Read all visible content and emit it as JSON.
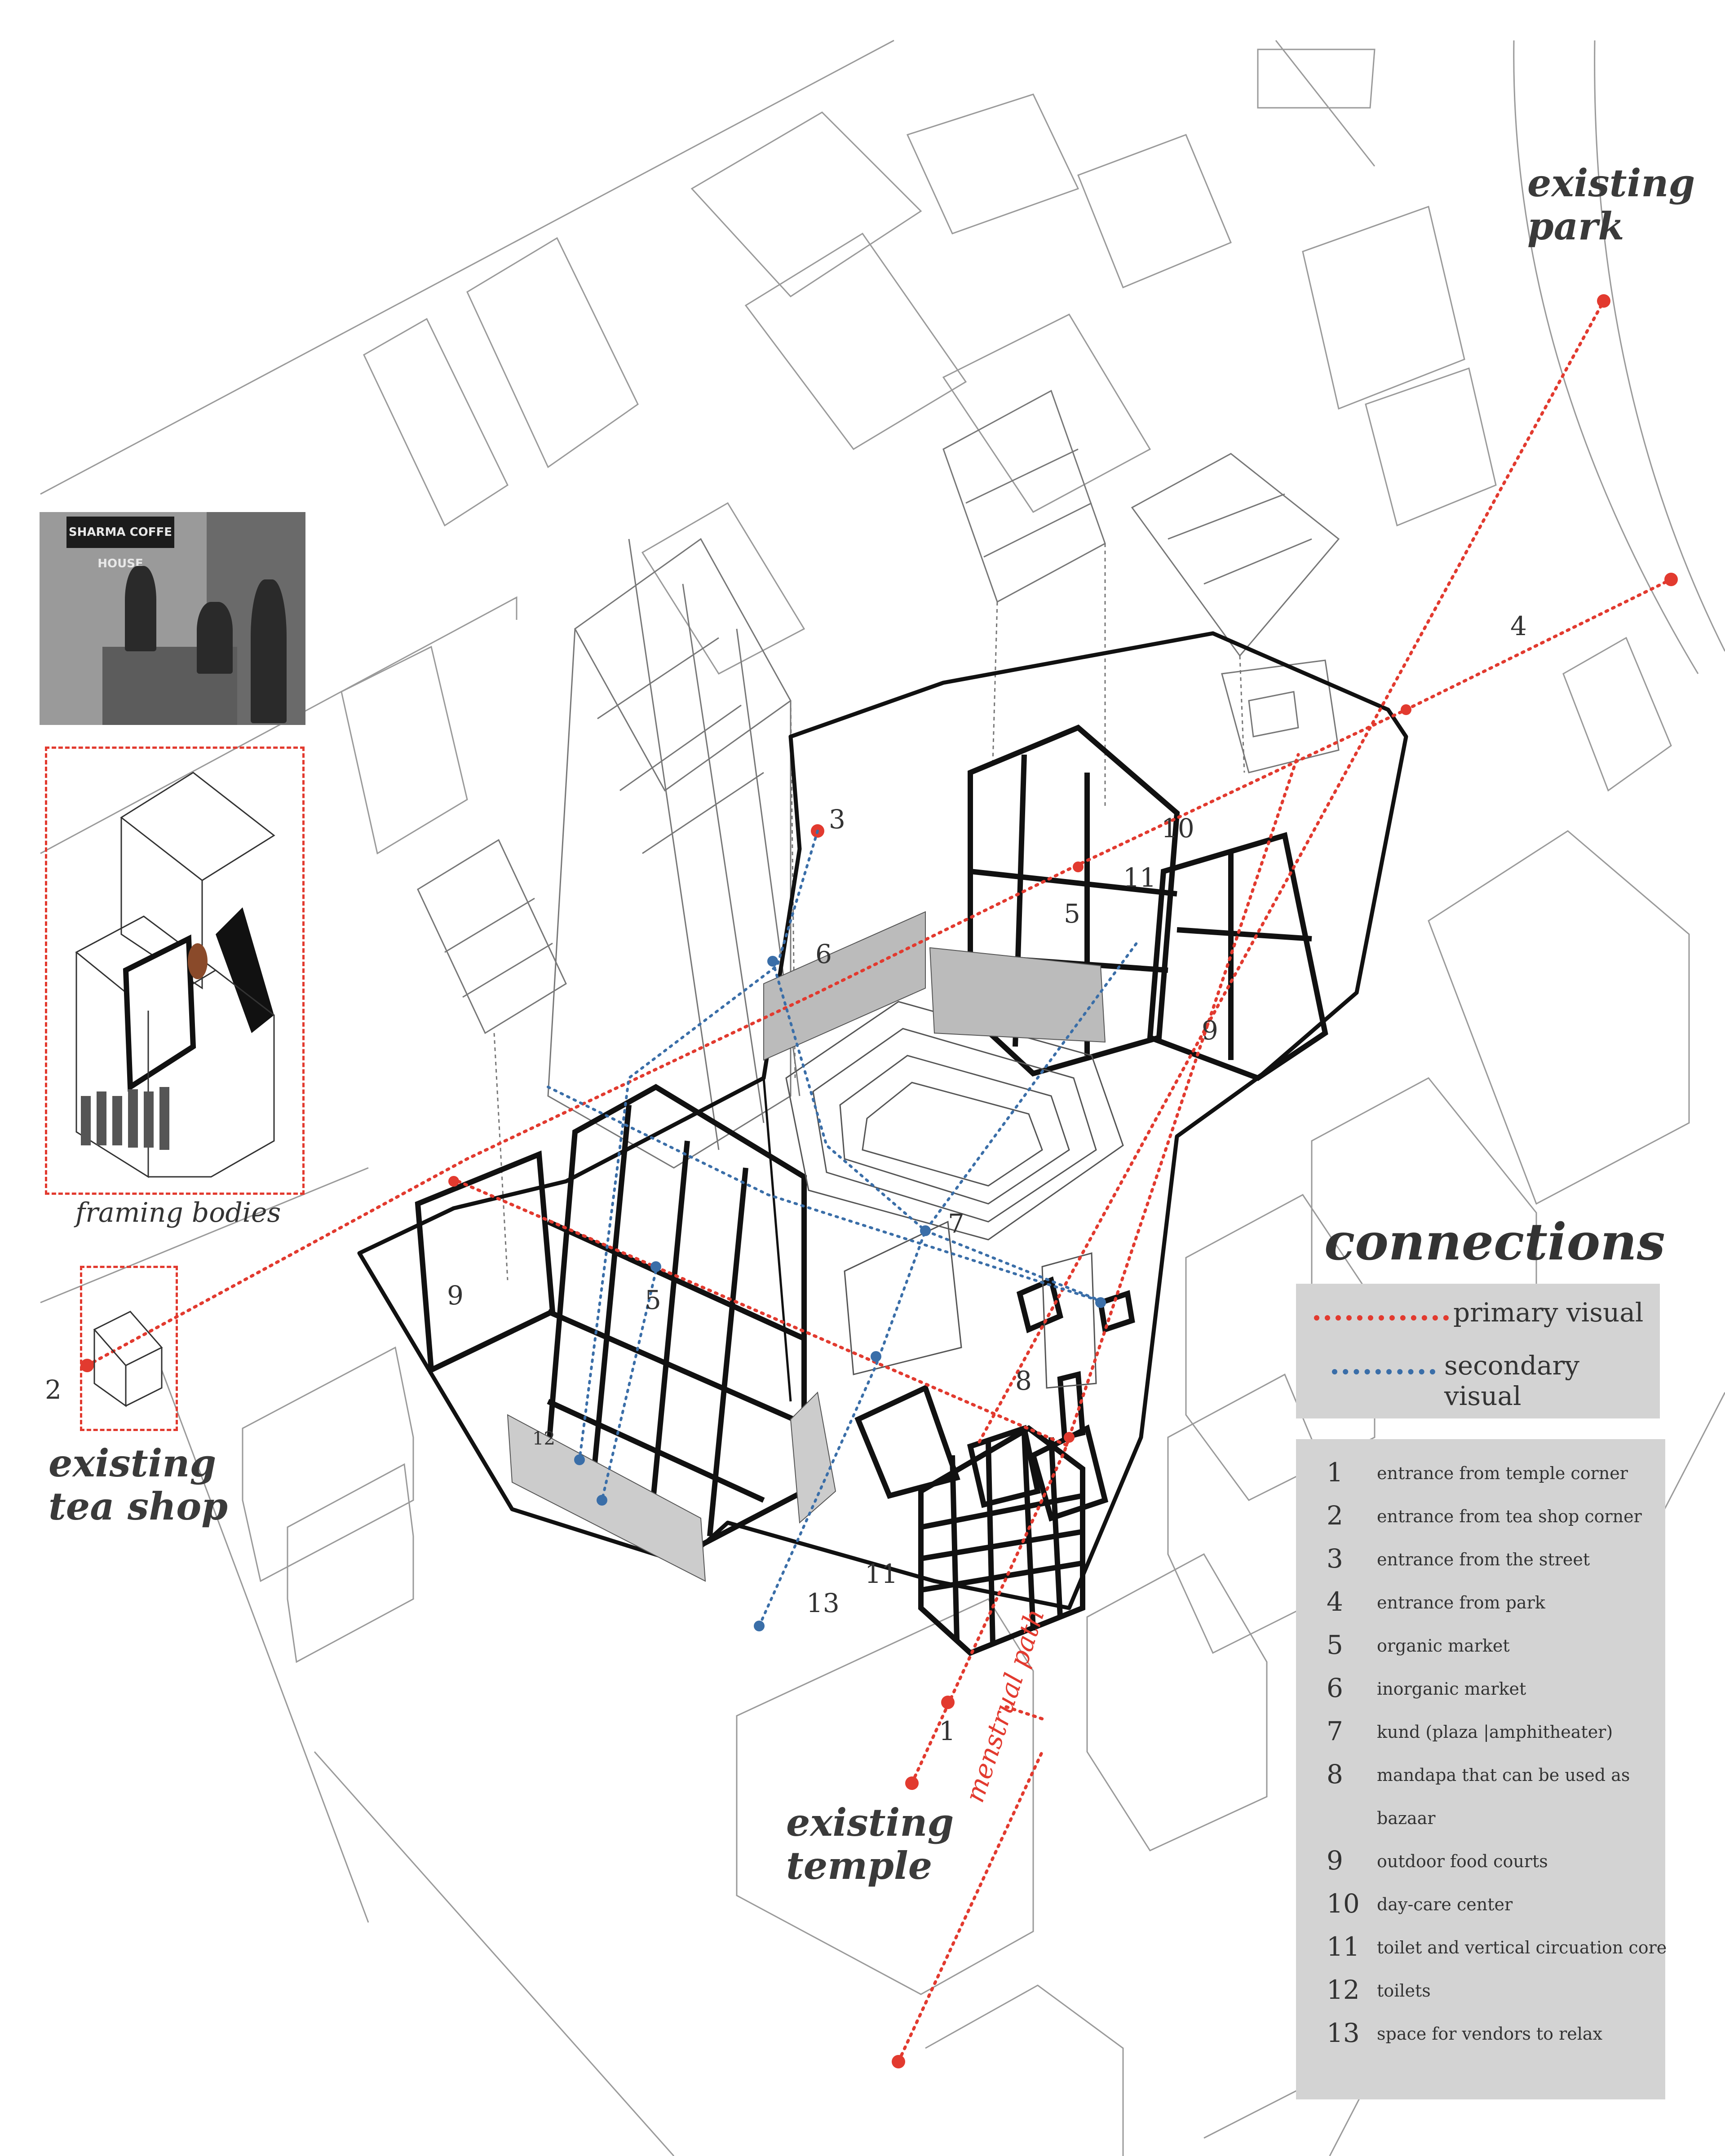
{
  "labels": {
    "existing_park": "existing park",
    "existing_tea_shop": "existing tea shop",
    "existing_temple": "existing temple",
    "framing_bodies": "framing bodies",
    "menstrual_path": "menstrual path",
    "photo_sign": "SHARMA COFFE HOUSE"
  },
  "plan_numbers": {
    "n1": "1",
    "n2": "2",
    "n3": "3",
    "n4": "4",
    "n5a": "5",
    "n5b": "5",
    "n6": "6",
    "n7": "7",
    "n8": "8",
    "n9a": "9",
    "n9b": "9",
    "n10": "10",
    "n11a": "11",
    "n11b": "11",
    "n12": "12",
    "n13": "13"
  },
  "connections": {
    "title": "connections",
    "primary": "primary visual",
    "secondary": "secondary visual",
    "primary_color": "#e23a2f",
    "secondary_color": "#3a6ea8"
  },
  "legend": [
    {
      "n": "1",
      "text": "entrance from temple corner"
    },
    {
      "n": "2",
      "text": "entrance from tea shop corner"
    },
    {
      "n": "3",
      "text": "entrance from the street"
    },
    {
      "n": "4",
      "text": "entrance from park"
    },
    {
      "n": "5",
      "text": "organic market"
    },
    {
      "n": "6",
      "text": "inorganic market"
    },
    {
      "n": "7",
      "text": "kund (plaza |amphitheater)"
    },
    {
      "n": "8",
      "text": "mandapa that can be used as"
    },
    {
      "n": "",
      "text": "bazaar"
    },
    {
      "n": "9",
      "text": "outdoor food courts"
    },
    {
      "n": "10",
      "text": "day-care center"
    },
    {
      "n": "11",
      "text": "toilet and vertical circuation core"
    },
    {
      "n": "12",
      "text": "toilets"
    },
    {
      "n": "13",
      "text": "space for vendors to relax"
    }
  ]
}
